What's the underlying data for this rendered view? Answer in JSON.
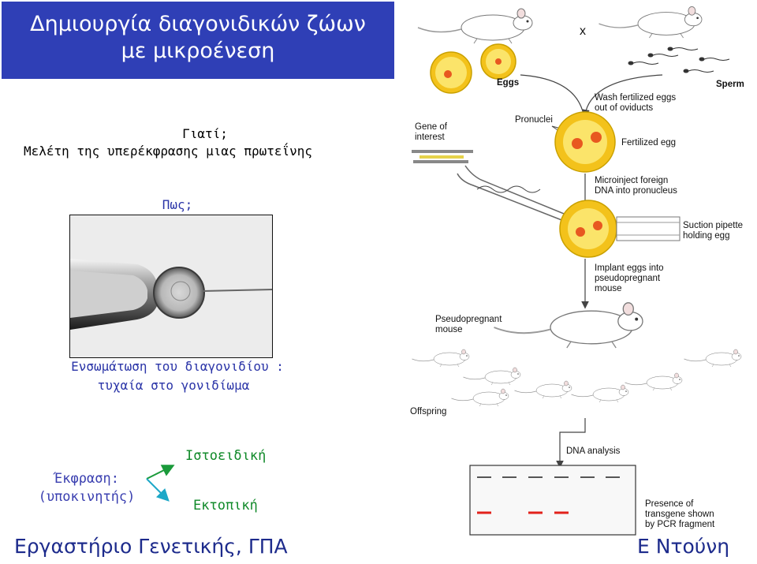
{
  "title": {
    "line1": "Δημιουργία διαγονιδικών ζώων",
    "line2": "με μικροένεση"
  },
  "why": {
    "question": "Γιατί;",
    "answer": "Μελέτη της υπερέκφρασης μιας πρωτεΐνης"
  },
  "how": {
    "question": "Πως;"
  },
  "incorporation": {
    "line1": "Ενσωμάτωση του διαγονιδίου :",
    "line2": "τυχαία στο γονιδίωμα"
  },
  "expression": {
    "label_line1": "Έκφραση:",
    "label_line2": "(υποκινητής)",
    "tissue_specific": "Ιστοειδική",
    "ectopic": "Εκτοπική"
  },
  "footer": {
    "left": "Εργαστήριο Γενετικής, ΓΠΑ",
    "right": "Ε Ντούνη"
  },
  "diagram": {
    "cross": "x",
    "eggs": "Eggs",
    "sperm": "Sperm",
    "wash_line1": "Wash fertilized eggs",
    "wash_line2": "out of oviducts",
    "pronuclei": "Pronuclei",
    "gene_line1": "Gene of",
    "gene_line2": "interest",
    "fertilized_egg": "Fertilized egg",
    "microinject_line1": "Microinject foreign",
    "microinject_line2": "DNA into pronucleus",
    "suction_line1": "Suction pipette",
    "suction_line2": "holding egg",
    "implant_line1": "Implant eggs into",
    "implant_line2": "pseudopregnant",
    "implant_line3": "mouse",
    "pseudo_line1": "Pseudopregnant",
    "pseudo_line2": "mouse",
    "offspring": "Offspring",
    "dna_analysis": "DNA analysis",
    "presence_line1": "Presence of",
    "presence_line2": "transgene shown",
    "presence_line3": "by PCR fragment"
  },
  "colors": {
    "title_bg": "#2f3fb6",
    "blue_text": "#2b35a8",
    "green_text": "#118a2a",
    "egg_yellow": "#f3c21b",
    "pcr_red": "#e2221b"
  }
}
